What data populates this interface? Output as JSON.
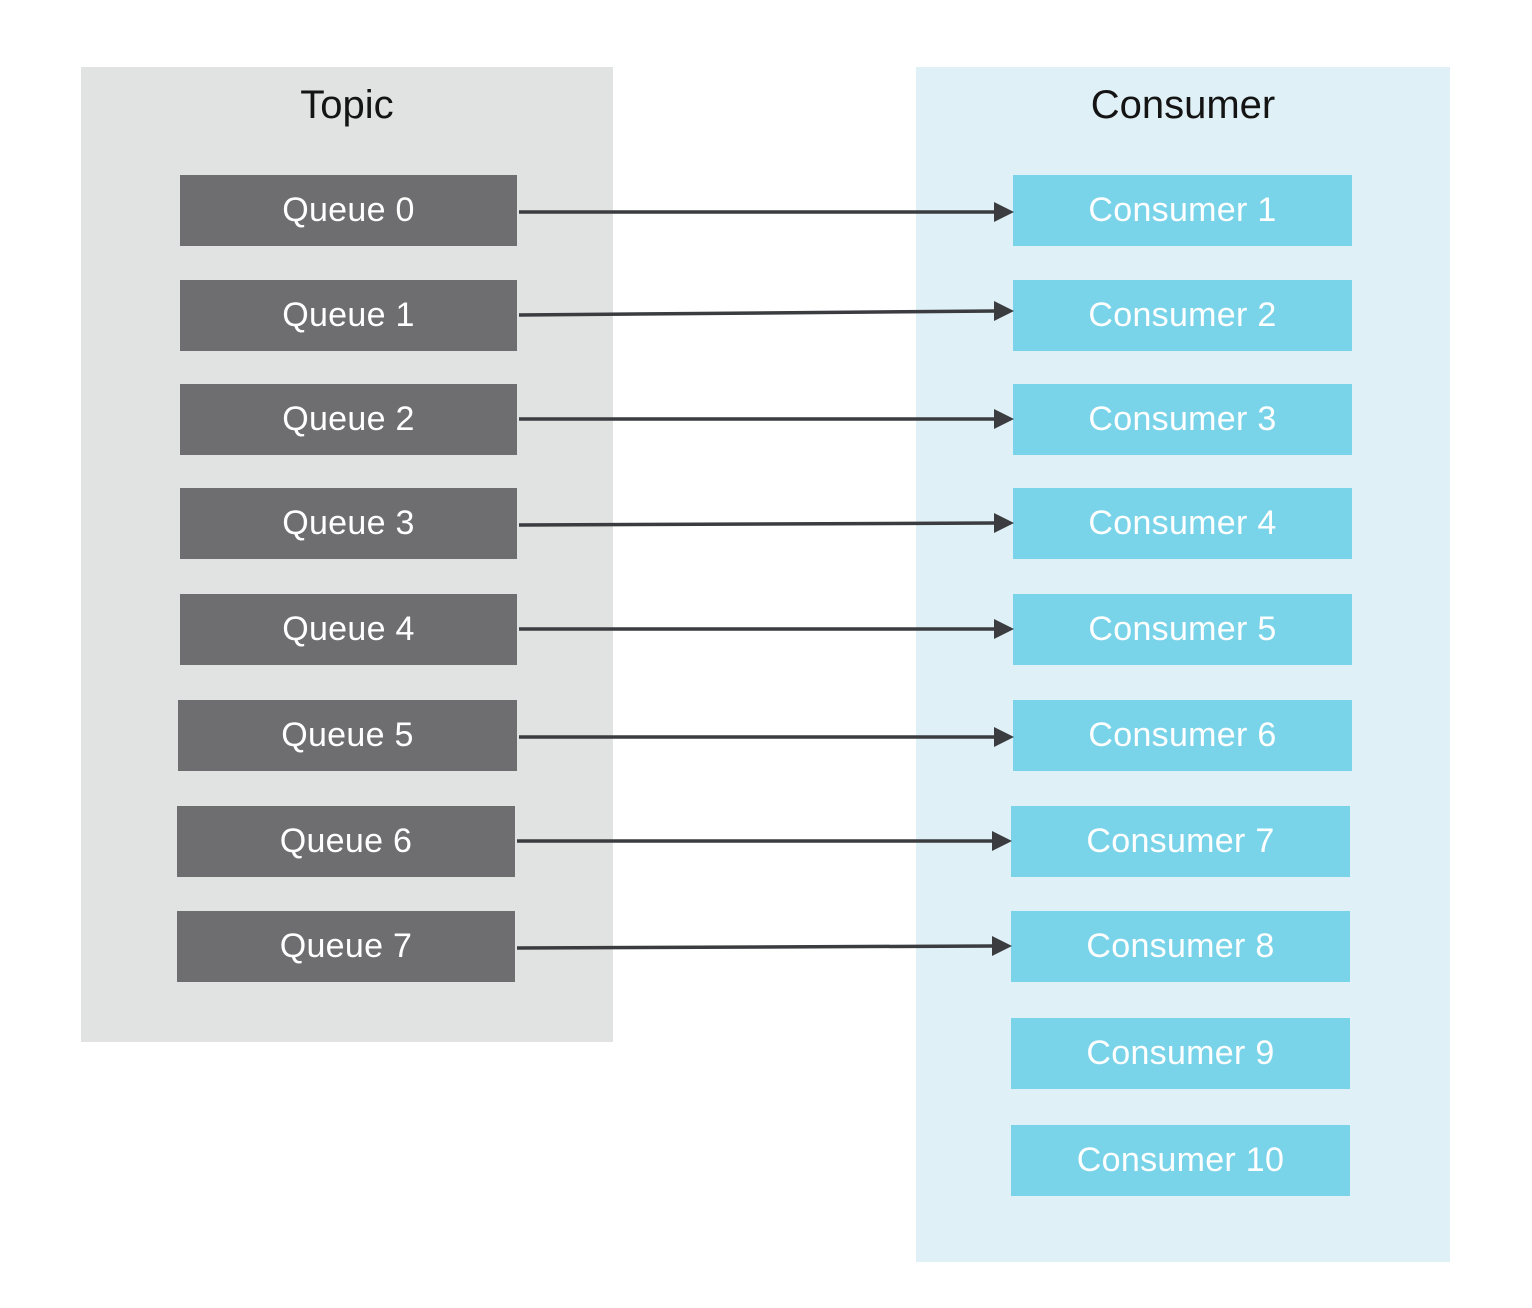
{
  "diagram": {
    "topic": {
      "title": "Topic",
      "queues": [
        "Queue 0",
        "Queue 1",
        "Queue 2",
        "Queue 3",
        "Queue 4",
        "Queue 5",
        "Queue 6",
        "Queue 7"
      ]
    },
    "consumer_group": {
      "title": "Consumer",
      "consumers": [
        "Consumer 1",
        "Consumer 2",
        "Consumer 3",
        "Consumer 4",
        "Consumer 5",
        "Consumer 6",
        "Consumer 7",
        "Consumer 8",
        "Consumer 9",
        "Consumer 10"
      ]
    },
    "connections": [
      {
        "from": "Queue 0",
        "to": "Consumer 1"
      },
      {
        "from": "Queue 1",
        "to": "Consumer 2"
      },
      {
        "from": "Queue 2",
        "to": "Consumer 3"
      },
      {
        "from": "Queue 3",
        "to": "Consumer 4"
      },
      {
        "from": "Queue 4",
        "to": "Consumer 5"
      },
      {
        "from": "Queue 5",
        "to": "Consumer 6"
      },
      {
        "from": "Queue 6",
        "to": "Consumer 7"
      },
      {
        "from": "Queue 7",
        "to": "Consumer 8"
      }
    ],
    "colors": {
      "topic_panel": "#e1e2e2",
      "consumer_panel": "#dff0f6",
      "queue_box": "#6e6e71",
      "consumer_box": "#7ad4e9",
      "arrow": "#3a3c3f"
    }
  }
}
